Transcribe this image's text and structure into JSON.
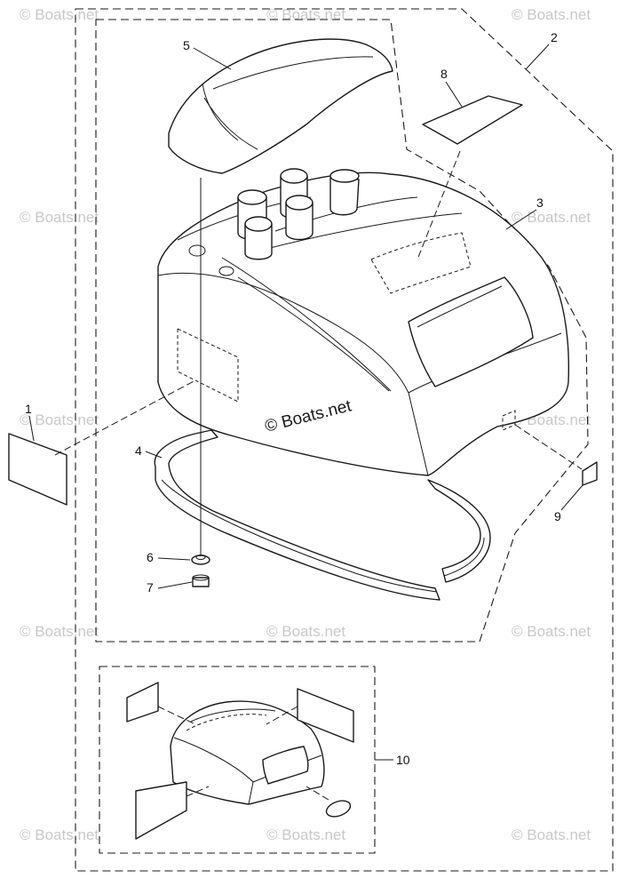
{
  "watermark": {
    "text": "© Boats.net",
    "center_text": "© Boats.net"
  },
  "callouts": [
    "1",
    "2",
    "3",
    "4",
    "5",
    "6",
    "7",
    "8",
    "9",
    "10"
  ]
}
